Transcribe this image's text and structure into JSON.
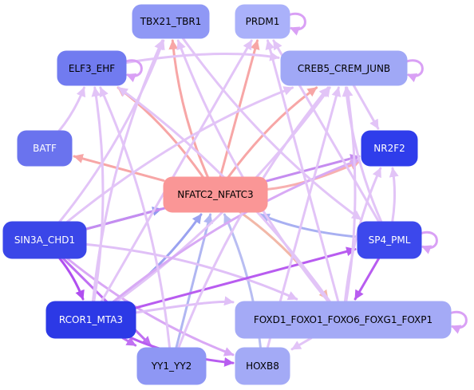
{
  "nodes": [
    {
      "id": "TBX21_TBR1",
      "label": "TBX21_TBR1",
      "fill": "#8f98f5",
      "text": "#000000"
    },
    {
      "id": "PRDM1",
      "label": "PRDM1",
      "fill": "#aab1fa",
      "text": "#000000"
    },
    {
      "id": "ELF3_EHF",
      "label": "ELF3_EHF",
      "fill": "#717bf0",
      "text": "#000000"
    },
    {
      "id": "CREB5_CREM_JUNB",
      "label": "CREB5_CREM_JUNB",
      "fill": "#a0a8f6",
      "text": "#000000"
    },
    {
      "id": "BATF",
      "label": "BATF",
      "fill": "#6a73ee",
      "text": "#ffffff"
    },
    {
      "id": "NR2F2",
      "label": "NR2F2",
      "fill": "#2f3deb",
      "text": "#ffffff"
    },
    {
      "id": "NFATC2_NFATC3",
      "label": "NFATC2_NFATC3",
      "fill": "#fa9696",
      "text": "#000000"
    },
    {
      "id": "SIN3A_CHD1",
      "label": "SIN3A_CHD1",
      "fill": "#3a46e8",
      "text": "#ffffff"
    },
    {
      "id": "SP4_PML",
      "label": "SP4_PML",
      "fill": "#3c48ec",
      "text": "#ffffff"
    },
    {
      "id": "RCOR1_MTA3",
      "label": "RCOR1_MTA3",
      "fill": "#2c39e6",
      "text": "#ffffff"
    },
    {
      "id": "FOXD1_FOXO1_FOXO6_FOXG1_FOXP1",
      "label": "FOXD1_FOXO1_FOXO6_FOXG1_FOXP1",
      "fill": "#a4aaf6",
      "text": "#000000"
    },
    {
      "id": "YY1_YY2",
      "label": "YY1_YY2",
      "fill": "#8e97f4",
      "text": "#000000"
    },
    {
      "id": "HOXB8",
      "label": "HOXB8",
      "fill": "#a3aaf6",
      "text": "#000000"
    }
  ],
  "edges": [
    {
      "from": "NFATC2_NFATC3",
      "to": "TBX21_TBR1",
      "color": "#f7a6a6"
    },
    {
      "from": "NFATC2_NFATC3",
      "to": "PRDM1",
      "color": "#f7a6a6"
    },
    {
      "from": "NFATC2_NFATC3",
      "to": "ELF3_EHF",
      "color": "#f7a6a6"
    },
    {
      "from": "NFATC2_NFATC3",
      "to": "CREB5_CREM_JUNB",
      "color": "#f7a6a6"
    },
    {
      "from": "NFATC2_NFATC3",
      "to": "BATF",
      "color": "#f7a6a6"
    },
    {
      "from": "NFATC2_NFATC3",
      "to": "NR2F2",
      "color": "#f7b0b0"
    },
    {
      "from": "NFATC2_NFATC3",
      "to": "FOXD1_FOXO1_FOXO6_FOXG1_FOXP1",
      "color": "#f2b8a8"
    },
    {
      "from": "SIN3A_CHD1",
      "to": "NFATC2_NFATC3",
      "color": "#8f98f0"
    },
    {
      "from": "RCOR1_MTA3",
      "to": "NFATC2_NFATC3",
      "color": "#9aa2f0"
    },
    {
      "from": "SP4_PML",
      "to": "NFATC2_NFATC3",
      "color": "#a8b0f2"
    },
    {
      "from": "YY1_YY2",
      "to": "NFATC2_NFATC3",
      "color": "#b0b6f2"
    },
    {
      "from": "HOXB8",
      "to": "NFATC2_NFATC3",
      "color": "#b8bdf2"
    },
    {
      "from": "SIN3A_CHD1",
      "to": "RCOR1_MTA3",
      "color": "#b04ef0"
    },
    {
      "from": "SIN3A_CHD1",
      "to": "YY1_YY2",
      "color": "#c070f2"
    },
    {
      "from": "SIN3A_CHD1",
      "to": "HOXB8",
      "color": "#d9a8f5"
    },
    {
      "from": "SIN3A_CHD1",
      "to": "FOXD1_FOXO1_FOXO6_FOXG1_FOXP1",
      "color": "#e0c0f7"
    },
    {
      "from": "SIN3A_CHD1",
      "to": "NR2F2",
      "color": "#c58cf0"
    },
    {
      "from": "SIN3A_CHD1",
      "to": "TBX21_TBR1",
      "color": "#e2c4f7"
    },
    {
      "from": "SIN3A_CHD1",
      "to": "CREB5_CREM_JUNB",
      "color": "#e2c4f7"
    },
    {
      "from": "RCOR1_MTA3",
      "to": "YY1_YY2",
      "color": "#c070f2"
    },
    {
      "from": "RCOR1_MTA3",
      "to": "HOXB8",
      "color": "#b85cf0"
    },
    {
      "from": "RCOR1_MTA3",
      "to": "FOXD1_FOXO1_FOXO6_FOXG1_FOXP1",
      "color": "#e0c0f7"
    },
    {
      "from": "RCOR1_MTA3",
      "to": "SP4_PML",
      "color": "#b85cf0"
    },
    {
      "from": "RCOR1_MTA3",
      "to": "ELF3_EHF",
      "color": "#e2c4f7"
    },
    {
      "from": "RCOR1_MTA3",
      "to": "TBX21_TBR1",
      "color": "#e2c4f7"
    },
    {
      "from": "RCOR1_MTA3",
      "to": "PRDM1",
      "color": "#e2c4f7"
    },
    {
      "from": "RCOR1_MTA3",
      "to": "CREB5_CREM_JUNB",
      "color": "#e2c4f7"
    },
    {
      "from": "RCOR1_MTA3",
      "to": "NR2F2",
      "color": "#d8aaf5"
    },
    {
      "from": "SP4_PML",
      "to": "FOXD1_FOXO1_FOXO6_FOXG1_FOXP1",
      "color": "#b85cf0"
    },
    {
      "from": "SP4_PML",
      "to": "NR2F2",
      "color": "#e2c4f7"
    },
    {
      "from": "SP4_PML",
      "to": "CREB5_CREM_JUNB",
      "color": "#e2c4f7"
    },
    {
      "from": "SP4_PML",
      "to": "PRDM1",
      "color": "#e2c4f7"
    },
    {
      "from": "FOXD1_FOXO1_FOXO6_FOXG1_FOXP1",
      "to": "ELF3_EHF",
      "color": "#e2c4f7"
    },
    {
      "from": "FOXD1_FOXO1_FOXO6_FOXG1_FOXP1",
      "to": "TBX21_TBR1",
      "color": "#e2c4f7"
    },
    {
      "from": "FOXD1_FOXO1_FOXO6_FOXG1_FOXP1",
      "to": "PRDM1",
      "color": "#e2c4f7"
    },
    {
      "from": "FOXD1_FOXO1_FOXO6_FOXG1_FOXP1",
      "to": "CREB5_CREM_JUNB",
      "color": "#e2c4f7"
    },
    {
      "from": "FOXD1_FOXO1_FOXO6_FOXG1_FOXP1",
      "to": "NR2F2",
      "color": "#e2c4f7"
    },
    {
      "from": "FOXD1_FOXO1_FOXO6_FOXG1_FOXP1",
      "to": "HOXB8",
      "color": "#e2c4f7"
    },
    {
      "from": "YY1_YY2",
      "to": "ELF3_EHF",
      "color": "#e2c4f7"
    },
    {
      "from": "YY1_YY2",
      "to": "CREB5_CREM_JUNB",
      "color": "#e2c4f7"
    },
    {
      "from": "HOXB8",
      "to": "CREB5_CREM_JUNB",
      "color": "#e2c4f7"
    },
    {
      "from": "BATF",
      "to": "ELF3_EHF",
      "color": "#e2c4f7"
    },
    {
      "from": "ELF3_EHF",
      "to": "CREB5_CREM_JUNB",
      "color": "#e2c4f7"
    },
    {
      "from": "CREB5_CREM_JUNB",
      "to": "NR2F2",
      "color": "#e2c4f7"
    },
    {
      "from": "TBX21_TBR1",
      "to": "SP4_PML",
      "color": "#e2c4f7"
    }
  ],
  "self_loops": [
    "PRDM1",
    "ELF3_EHF",
    "CREB5_CREM_JUNB",
    "SP4_PML",
    "FOXD1_FOXO1_FOXO6_FOXG1_FOXP1"
  ],
  "self_loop_color": "#d9a0f5"
}
